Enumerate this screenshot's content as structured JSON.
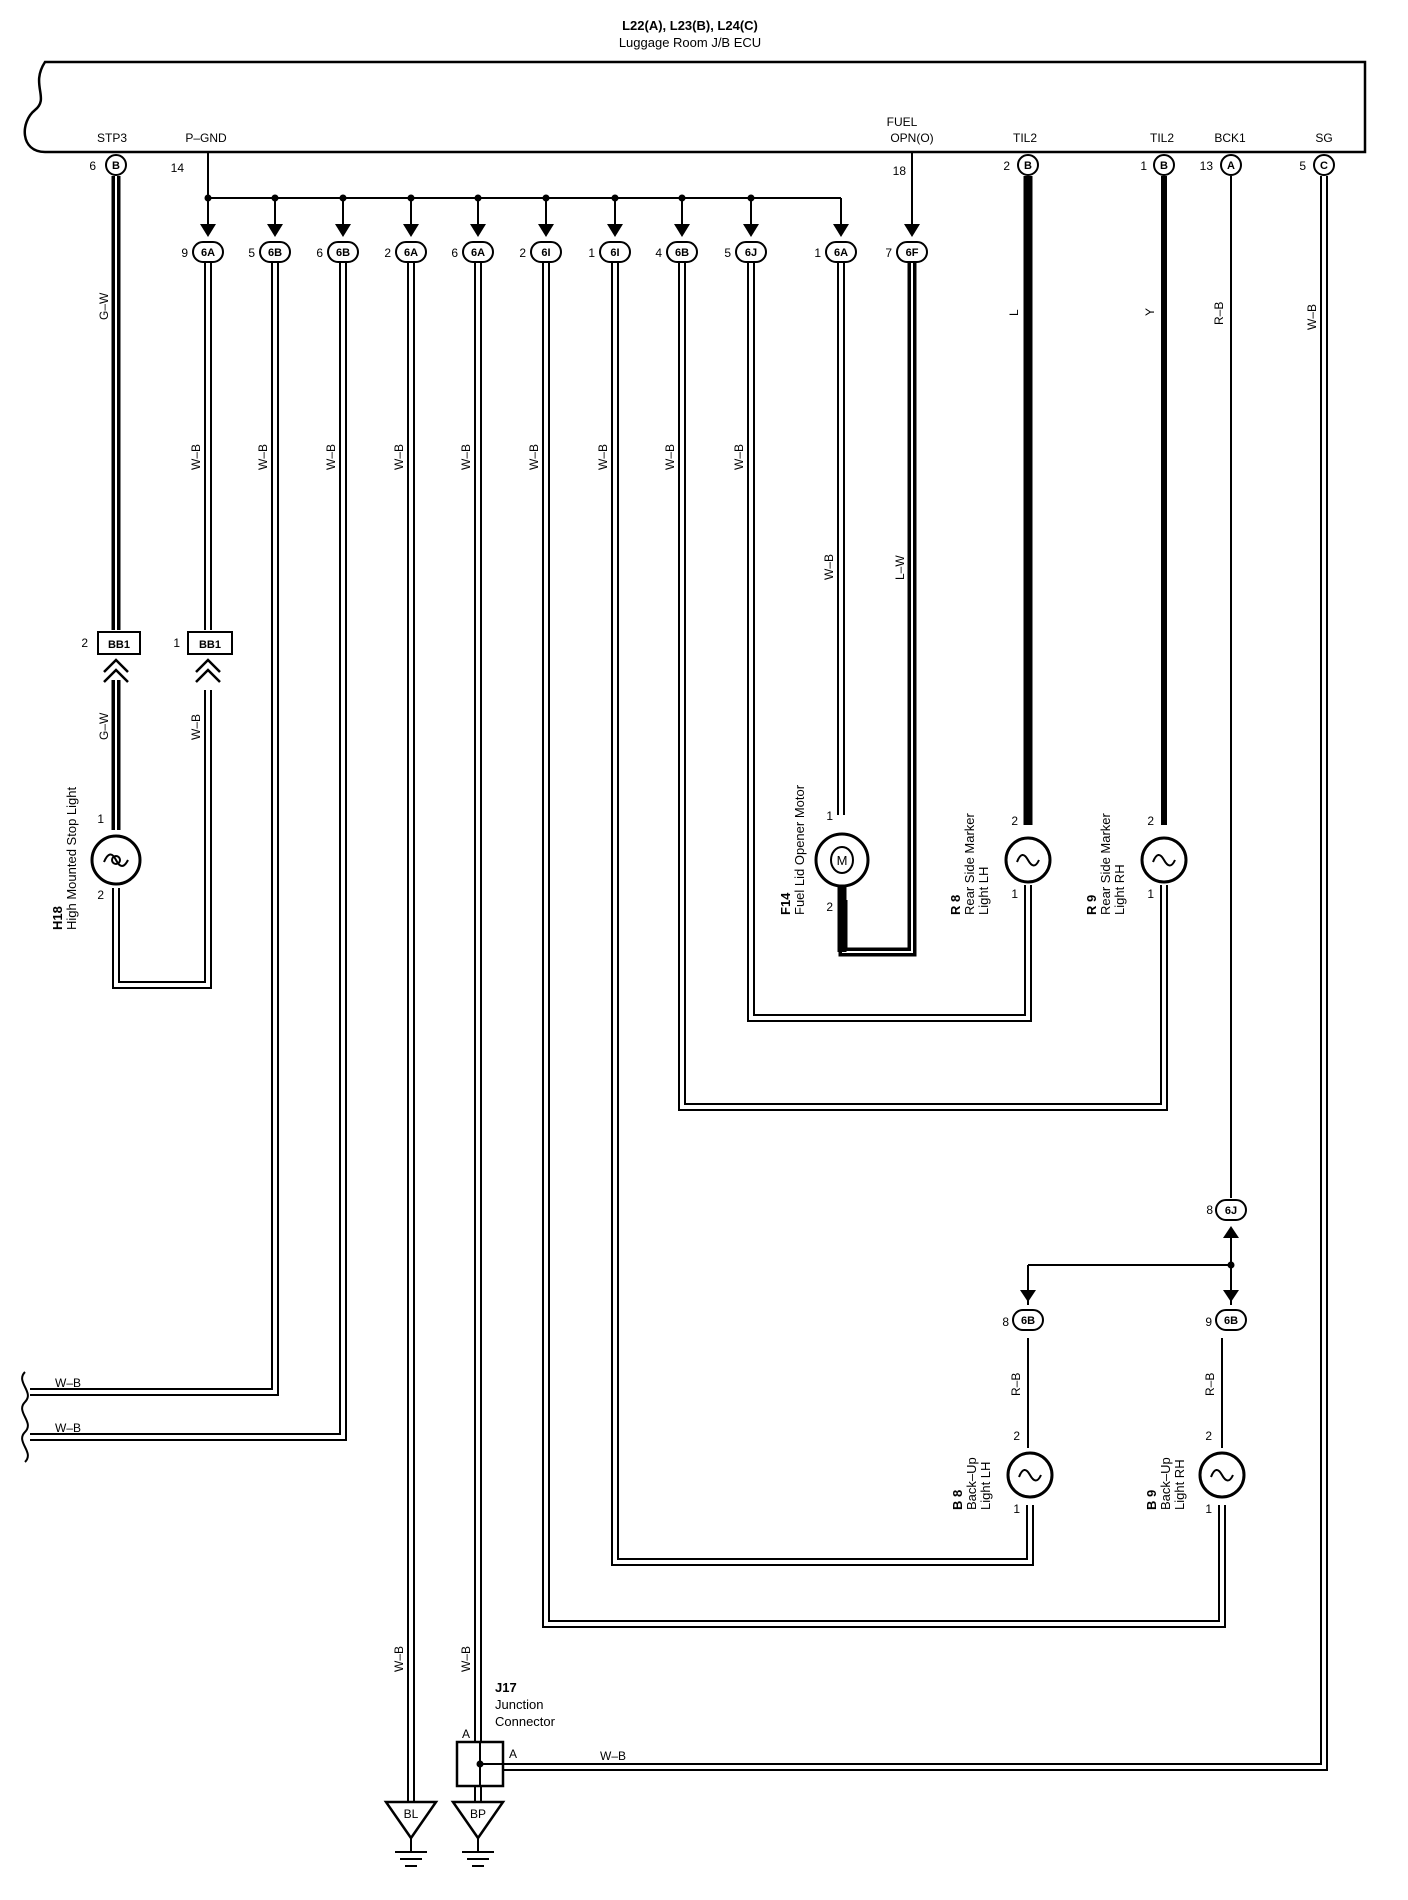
{
  "ecu": {
    "title": "L22(A), L23(B), L24(C)",
    "subtitle": "Luggage Room J/B ECU",
    "terminals": {
      "stp3": "STP3",
      "pgnd": "P–GND",
      "fuel1": "FUEL",
      "fuel2": "OPN(O)",
      "til2a": "TIL2",
      "til2b": "TIL2",
      "bck1": "BCK1",
      "sg": "SG"
    },
    "pins": {
      "stp3": "6",
      "pgnd": "14",
      "fuel": "18",
      "til2a": "2",
      "til2b": "1",
      "bck1": "13",
      "sg": "5"
    },
    "pin_tags": {
      "stp3": "B",
      "til2a": "B",
      "til2b": "B",
      "bck1": "A",
      "sg": "C"
    }
  },
  "junction_row": [
    {
      "pin": "9",
      "tag": "6A"
    },
    {
      "pin": "5",
      "tag": "6B"
    },
    {
      "pin": "6",
      "tag": "6B"
    },
    {
      "pin": "2",
      "tag": "6A"
    },
    {
      "pin": "6",
      "tag": "6A"
    },
    {
      "pin": "2",
      "tag": "6I"
    },
    {
      "pin": "1",
      "tag": "6I"
    },
    {
      "pin": "4",
      "tag": "6B"
    },
    {
      "pin": "5",
      "tag": "6J"
    },
    {
      "pin": "1",
      "tag": "6A"
    },
    {
      "pin": "7",
      "tag": "6F"
    }
  ],
  "wire_labels": {
    "gw_top": "G–W",
    "wb1": "W–B",
    "wb2": "W–B",
    "wb3": "W–B",
    "wb4": "W–B",
    "wb5": "W–B",
    "wb6": "W–B",
    "wb7": "W–B",
    "wb8": "W–B",
    "wb9": "W–B",
    "wb_motor": "W–B",
    "lw": "L–W",
    "l": "L",
    "y": "Y",
    "rb_top": "R–B",
    "wb_sg": "W–B",
    "gw_bot": "G–W",
    "wb_bot": "W–B",
    "wb_left1": "W–B",
    "wb_left2": "W–B",
    "rb_b8": "R–B",
    "rb_b9": "R–B",
    "wb_bl": "W–B",
    "wb_bp": "W–B",
    "wb_j17": "W–B"
  },
  "bb1": {
    "left_pin": "2",
    "left_tag": "BB1",
    "right_pin": "1",
    "right_tag": "BB1"
  },
  "components": {
    "h18_id": "H18",
    "h18_name": "High Mounted Stop Light",
    "h18_pin1": "1",
    "h18_pin2": "2",
    "f14_id": "F14",
    "f14_name": "Fuel Lid Opener Motor",
    "f14_pin1": "1",
    "f14_pin2": "2",
    "f14_symbol": "M",
    "r8_id": "R 8",
    "r8_name1": "Rear Side Marker",
    "r8_name2": "Light LH",
    "r8_pin2": "2",
    "r8_pin1": "1",
    "r9_id": "R 9",
    "r9_name1": "Rear Side Marker",
    "r9_name2": "Light RH",
    "r9_pin2": "2",
    "r9_pin1": "1",
    "b8_id": "B 8",
    "b8_name1": "Back–Up",
    "b8_name2": "Light LH",
    "b8_pin2": "2",
    "b8_pin1": "1",
    "b9_id": "B 9",
    "b9_name1": "Back–Up",
    "b9_name2": "Light RH",
    "b9_pin2": "2",
    "b9_pin1": "1",
    "j17_id": "J17",
    "j17_name1": "Junction",
    "j17_name2": "Connector",
    "j17_pin_a1": "A",
    "j17_pin_a2": "A"
  },
  "bck_connectors": {
    "c6j_pin": "8",
    "c6j_tag": "6J",
    "c6b_left_pin": "8",
    "c6b_left_tag": "6B",
    "c6b_right_pin": "9",
    "c6b_right_tag": "6B"
  },
  "grounds": {
    "bl": "BL",
    "bp": "BP"
  }
}
